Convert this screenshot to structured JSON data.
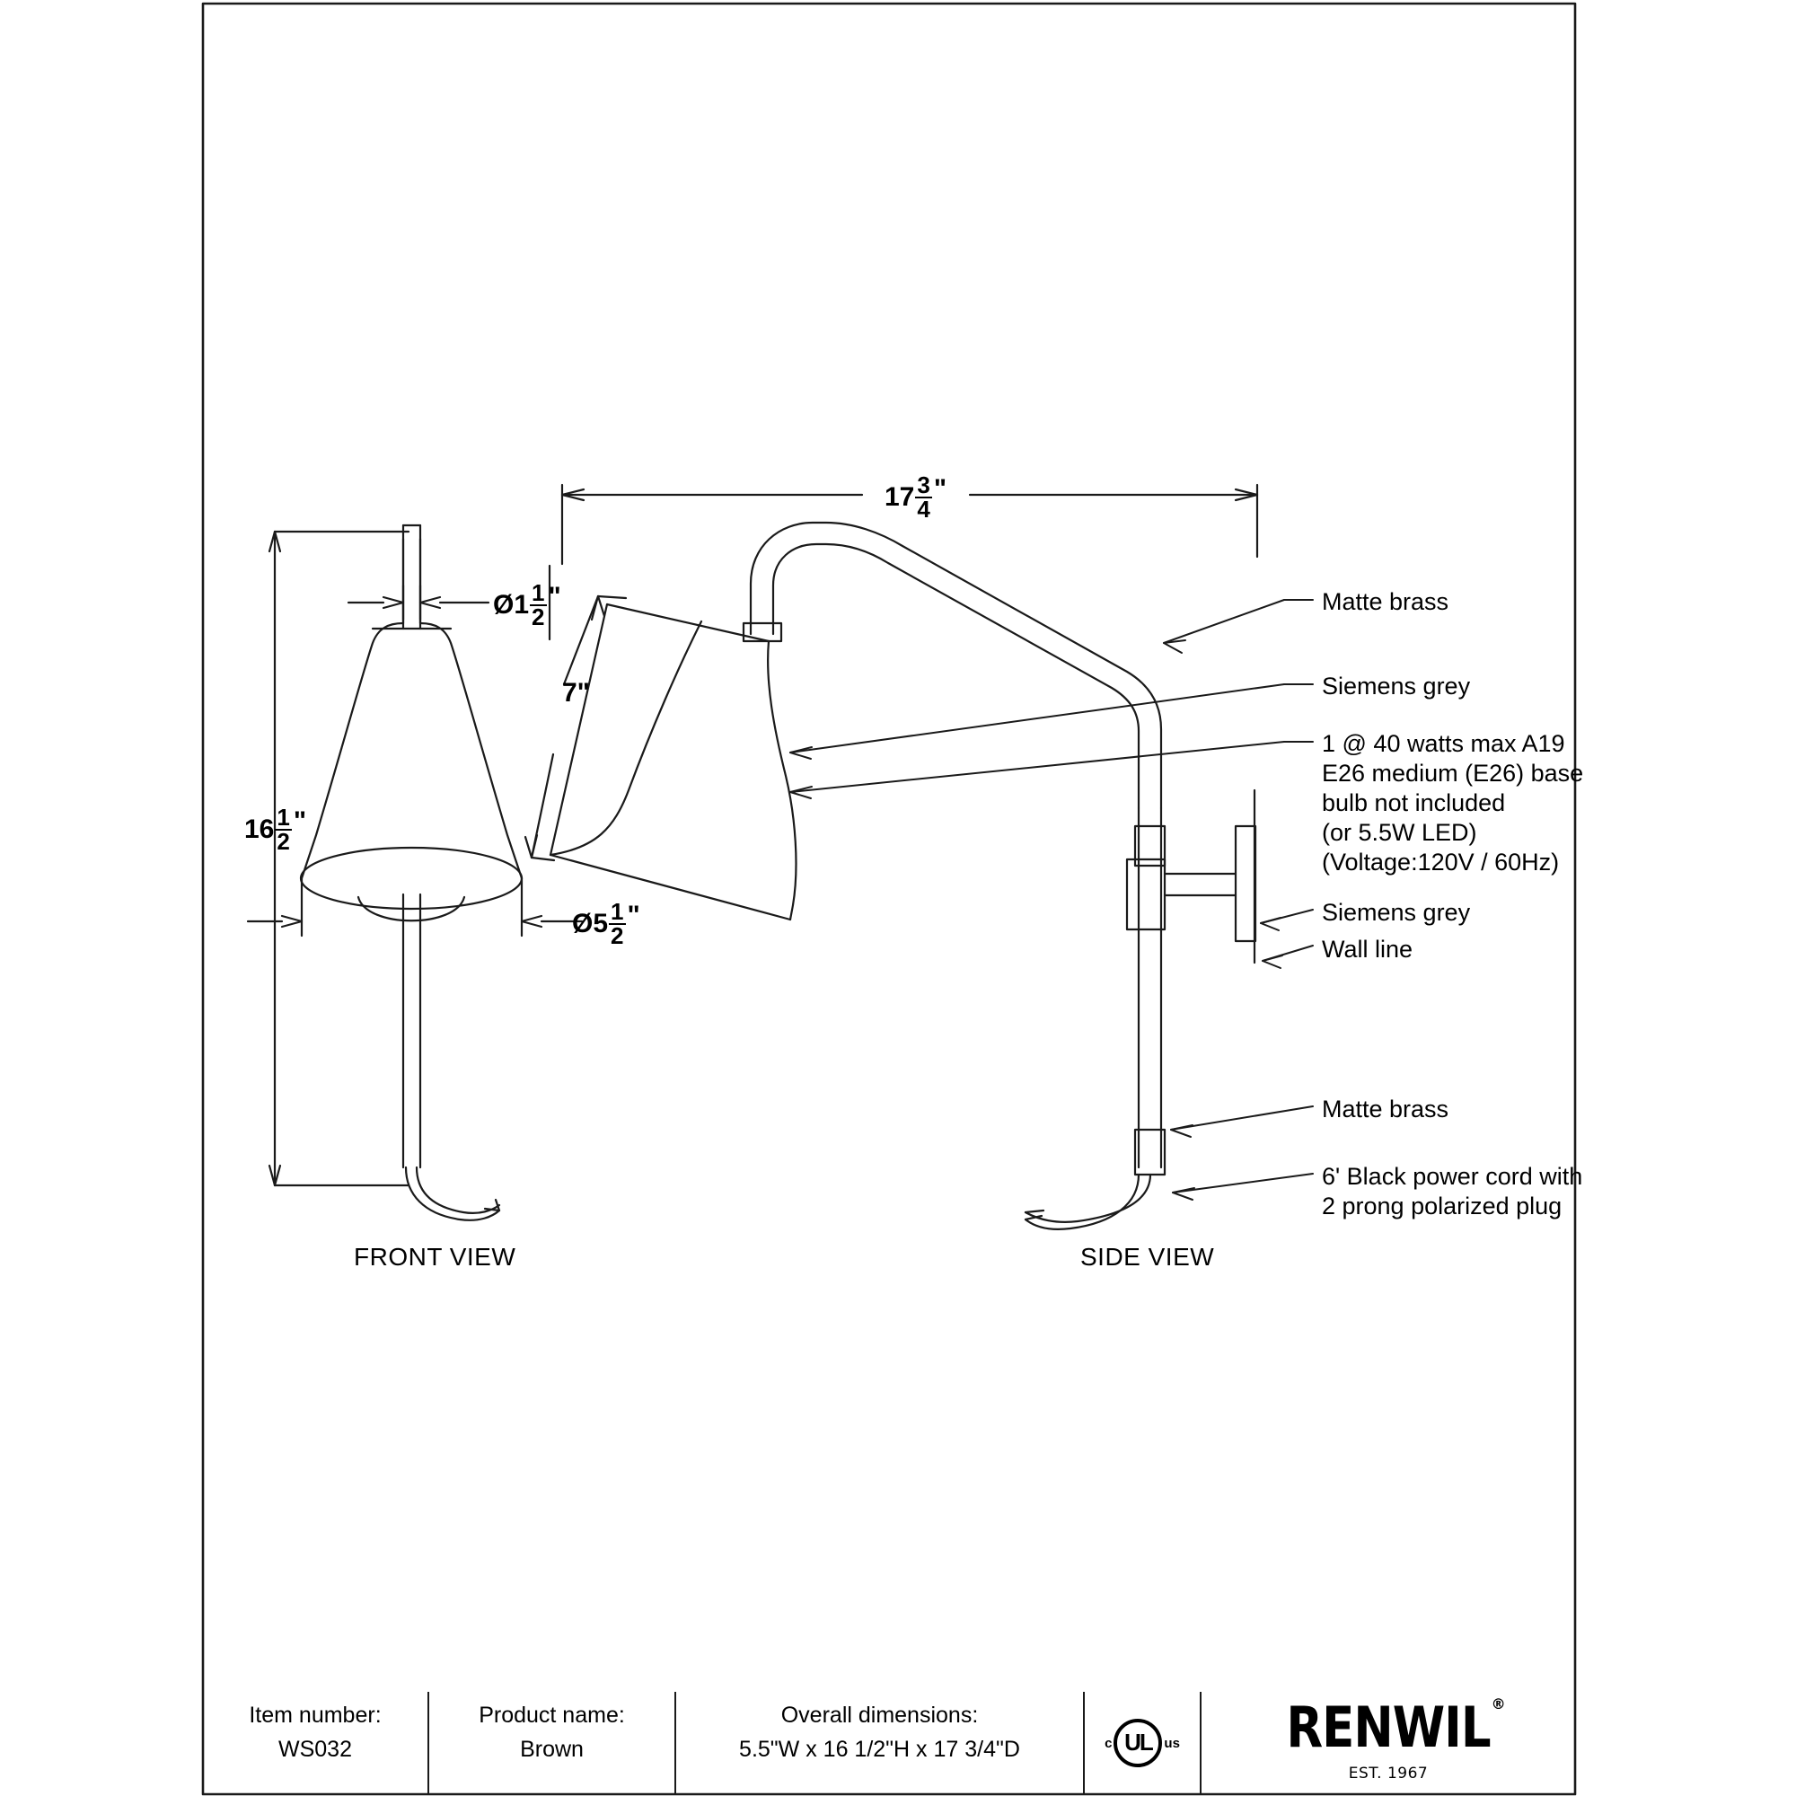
{
  "document": {
    "type": "product-specification-drawing"
  },
  "views": {
    "front": {
      "label": "FRONT VIEW"
    },
    "side": {
      "label": "SIDE VIEW"
    }
  },
  "dimensions": {
    "overall_depth": {
      "whole": "17",
      "num": "3",
      "den": "4",
      "unit": "\""
    },
    "overall_height": {
      "whole": "16",
      "num": "1",
      "den": "2",
      "unit": "\""
    },
    "stem_diameter": {
      "prefix": "Ø",
      "whole": "1",
      "num": "1",
      "den": "2",
      "unit": "\""
    },
    "shade_diameter": {
      "prefix": "Ø",
      "whole": "5",
      "num": "1",
      "den": "2",
      "unit": "\""
    },
    "shade_height": {
      "text": "7\""
    }
  },
  "callouts": [
    {
      "id": "matte-brass-arm",
      "text": "Matte brass"
    },
    {
      "id": "siemens-grey-shade",
      "text": "Siemens grey"
    },
    {
      "id": "bulb-spec",
      "lines": [
        "1 @ 40 watts max A19",
        "E26 medium (E26) base",
        "bulb not included",
        "(or 5.5W LED)",
        "(Voltage:120V / 60Hz)"
      ]
    },
    {
      "id": "siemens-grey-backplate",
      "text": "Siemens grey"
    },
    {
      "id": "wall-line",
      "text": "Wall line"
    },
    {
      "id": "matte-brass-stem",
      "text": "Matte brass"
    },
    {
      "id": "power-cord",
      "lines": [
        "6' Black power cord with",
        "2 prong polarized plug"
      ]
    }
  ],
  "callout_text": {
    "matte_brass_arm": "Matte brass",
    "siemens_grey_shade": "Siemens grey",
    "bulb_line1": "1 @ 40 watts max A19",
    "bulb_line2": "E26 medium (E26) base",
    "bulb_line3": "bulb not included",
    "bulb_line4": "(or 5.5W LED)",
    "bulb_line5": "(Voltage:120V / 60Hz)",
    "siemens_grey_backplate": "Siemens grey",
    "wall_line": "Wall line",
    "matte_brass_stem": "Matte brass",
    "cord_line1": "6' Black power cord with",
    "cord_line2": "2 prong polarized plug"
  },
  "title_block": {
    "item_number_label": "Item number:",
    "item_number_value": "WS032",
    "product_name_label": "Product name:",
    "product_name_value": "Brown",
    "dimensions_label": "Overall dimensions:",
    "dimensions_value": "5.5\"W x 16 1/2\"H x 17 3/4\"D",
    "certification": {
      "left": "c",
      "center": "UL",
      "right": "us"
    },
    "brand": {
      "name": "RENWIL",
      "registered": "®",
      "established": "EST. 1967"
    }
  },
  "colors": {
    "line": "#1a1a1a",
    "text": "#000000",
    "background": "#ffffff"
  }
}
